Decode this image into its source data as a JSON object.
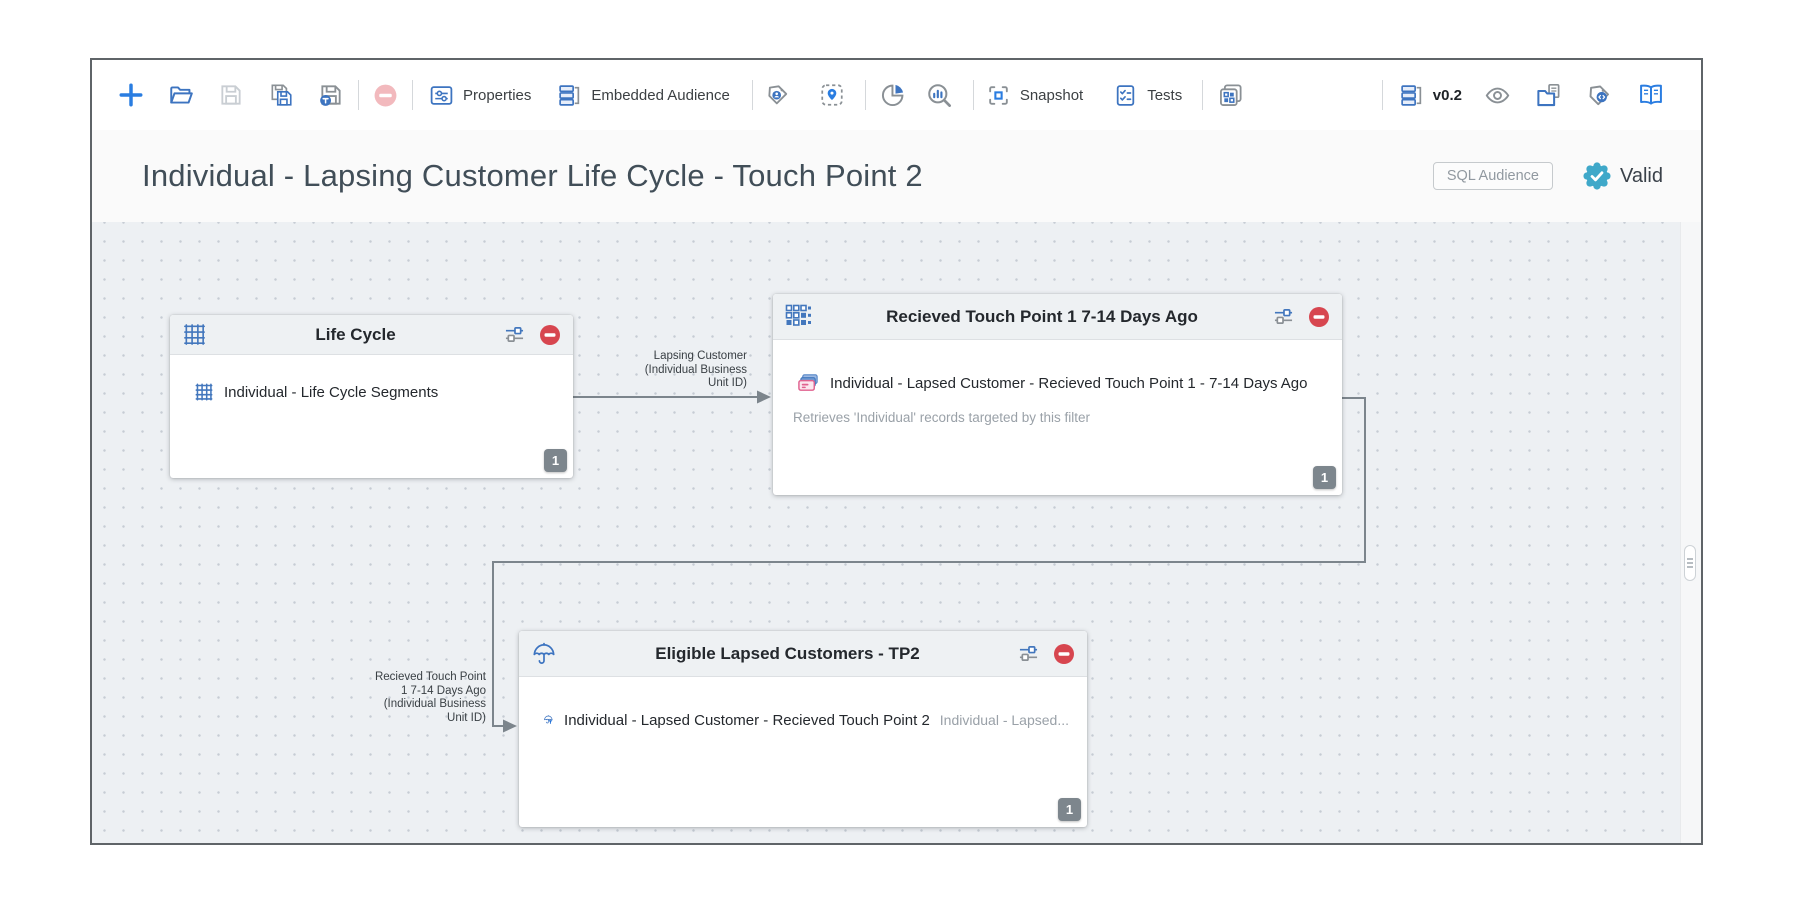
{
  "toolbar": {
    "properties_label": "Properties",
    "embedded_audience_label": "Embedded Audience",
    "snapshot_label": "Snapshot",
    "tests_label": "Tests",
    "version_label": "v0.2",
    "left_icons": [
      "add",
      "open-folder",
      "save",
      "save-copy",
      "save-version",
      "remove"
    ],
    "middle_icons": [
      "tag-user",
      "pin-area",
      "pie-chart",
      "chart-search",
      "pages"
    ],
    "right_icons": [
      "versions",
      "preview-eye",
      "folder-copy",
      "tag-code",
      "documentation-book"
    ]
  },
  "header": {
    "title": "Individual - Lapsing Customer Life Cycle - Touch Point 2",
    "audience_type_badge": "SQL Audience",
    "status_label": "Valid"
  },
  "canvas": {
    "nodes": [
      {
        "title": "Life Cycle",
        "icon": "grid",
        "badge": "1",
        "rows": [
          {
            "icon": "grid",
            "text": "Individual - Life Cycle Segments"
          }
        ]
      },
      {
        "title": "Recieved Touch Point 1 7-14 Days Ago",
        "icon": "dots-grid",
        "badge": "1",
        "rows": [
          {
            "icon": "cards-stack",
            "text": "Individual - Lapsed Customer - Recieved Touch Point 1 - 7-14 Days Ago"
          }
        ],
        "subtitle": "Retrieves 'Individual' records targeted by this filter"
      },
      {
        "title": "Eligible Lapsed Customers - TP2",
        "icon": "umbrella",
        "badge": "1",
        "rows": [
          {
            "icon": "umbrella-filter",
            "text": "Individual - Lapsed Customer - Recieved Touch Point 2",
            "secondary": "Individual - Lapsed..."
          }
        ]
      }
    ],
    "connections": [
      {
        "from": "Life Cycle",
        "to": "Recieved Touch Point 1 7-14 Days Ago",
        "label_lines": [
          "Lapsing Customer",
          "(Individual Business",
          "Unit ID)"
        ]
      },
      {
        "from": "Recieved Touch Point 1 7-14 Days Ago",
        "to": "Eligible Lapsed Customers - TP2",
        "label_lines": [
          "Recieved Touch Point",
          "1 7-14 Days Ago",
          "(Individual Business",
          "Unit ID)"
        ]
      }
    ]
  },
  "colors": {
    "accent_blue": "#3d74c0",
    "action_blue": "#2a7de1",
    "danger_red": "#d7464f",
    "valid_teal": "#3fa8c9",
    "canvas_bg": "#edf0f3",
    "connector_gray": "#7c858c",
    "badge_gray": "#7d868d"
  }
}
